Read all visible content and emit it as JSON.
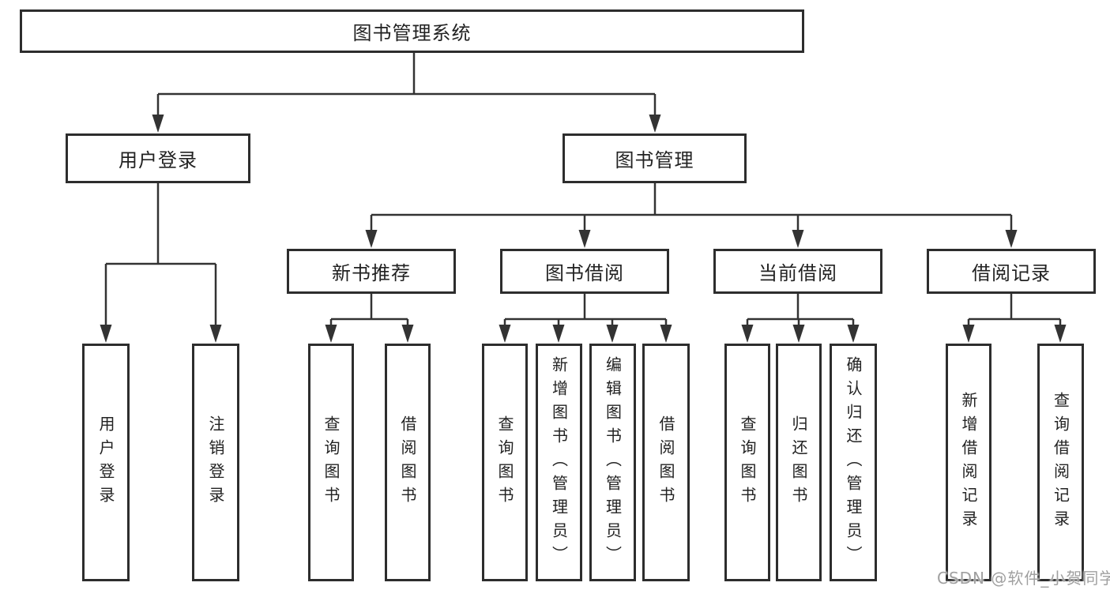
{
  "tree": {
    "root": "图书管理系统",
    "children": [
      {
        "label": "用户登录",
        "children": [
          {
            "label": "用户登录"
          },
          {
            "label": "注销登录"
          }
        ]
      },
      {
        "label": "图书管理",
        "children": [
          {
            "label": "新书推荐",
            "children": [
              {
                "label": "查询图书"
              },
              {
                "label": "借阅图书"
              }
            ]
          },
          {
            "label": "图书借阅",
            "children": [
              {
                "label": "查询图书"
              },
              {
                "label": "新增图书（管理员）"
              },
              {
                "label": "编辑图书（管理员）"
              },
              {
                "label": "借阅图书"
              }
            ]
          },
          {
            "label": "当前借阅",
            "children": [
              {
                "label": "查询图书"
              },
              {
                "label": "归还图书"
              },
              {
                "label": "确认归还（管理员）"
              }
            ]
          },
          {
            "label": "借阅记录",
            "children": [
              {
                "label": "新增借阅记录"
              },
              {
                "label": "查询借阅记录"
              }
            ]
          }
        ]
      }
    ]
  },
  "watermark": {
    "text": "CSDN @软件_小贺同学"
  },
  "colors": {
    "line": "#333333",
    "box_border": "#2d2d2d",
    "text": "#222222",
    "watermark": "#a0a0a0",
    "background": "#ffffff"
  }
}
